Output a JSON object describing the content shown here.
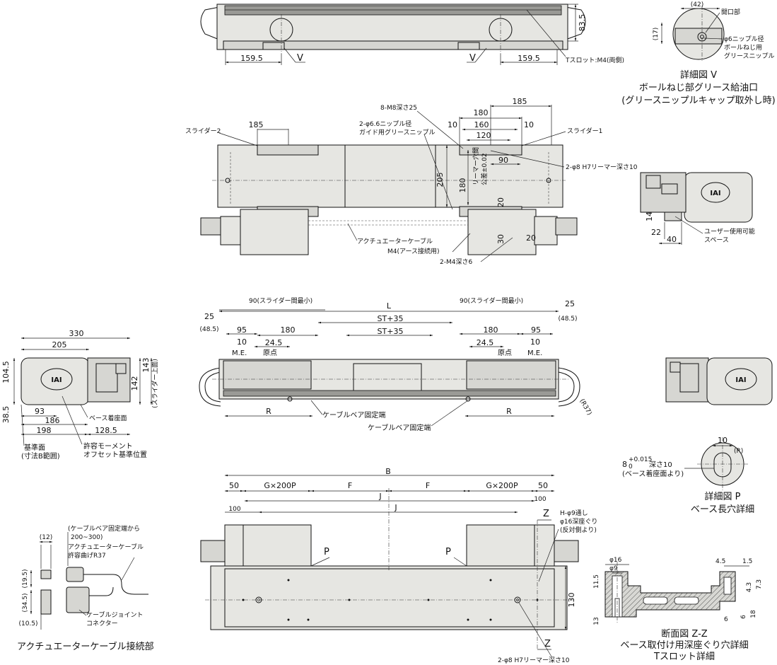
{
  "top_view": {
    "dims": [
      "83.5",
      "159.5",
      "159.5"
    ],
    "markers": [
      "V",
      "V"
    ],
    "tslot_label": "Tスロット:M4(両側)"
  },
  "detail_v": {
    "dims": [
      "(42)",
      "(17)"
    ],
    "labels": [
      "開口部",
      "φ6ニップル径",
      "ボールねじ用",
      "グリースニップル"
    ],
    "caption": [
      "詳細図 V",
      "ボールねじ部グリース給油口",
      "(グリースニップルキャップ取外し時)"
    ]
  },
  "plan_view": {
    "dims": [
      "185",
      "180",
      "10",
      "160",
      "10",
      "120",
      "185",
      "90",
      "205",
      "180",
      "20",
      "30",
      "20"
    ],
    "labels": [
      "8-M8深さ25",
      "2-φ6.6ニップル径",
      "ガイド用グリースニップル",
      "スライダー2",
      "スライダー1",
      "2-φ8 H7リーマー深さ10",
      "リーマー穴間",
      "公差±0.02",
      "アクチュエーターケーブル",
      "M4(アース接続用)",
      "2-M4深さ6"
    ]
  },
  "right_end_view": {
    "dims": [
      "14",
      "22",
      "40"
    ],
    "labels": [
      "ユーザー使用可能",
      "スペース"
    ],
    "logo": "IAI"
  },
  "front_view": {
    "dims": [
      "25",
      "(48.5)",
      "90(スライダー間最小)",
      "L",
      "90(スライダー間最小)",
      "25",
      "(48.5)",
      "95",
      "180",
      "ST+35",
      "ST+35",
      "180",
      "95",
      "10",
      "24.5",
      "24.5",
      "10",
      "R",
      "R",
      "(R37)"
    ],
    "labels": [
      "M.E.",
      "原点",
      "原点",
      "M.E.",
      "ケーブルベア固定端",
      "ケーブルベア固定端"
    ]
  },
  "left_end_view": {
    "dims": [
      "330",
      "205",
      "104.5",
      "142",
      "143",
      "(スライダー上面)",
      "38.5",
      "93",
      "186",
      "198",
      "128.5"
    ],
    "labels": [
      "ベース着座面",
      "基準面",
      "(寸法B範囲)",
      "許容モーメント",
      "オフセット基準位置"
    ],
    "logo": "IAI"
  },
  "right_small_view": {
    "logo": "IAI"
  },
  "detail_p": {
    "dims": [
      "10",
      "(R)"
    ],
    "labels": [
      "8",
      "+0.015",
      "0",
      "深さ10",
      "(ベース着座面より)"
    ],
    "caption": [
      "詳細図 P",
      "ベース長穴詳細"
    ]
  },
  "bottom_view": {
    "dims": [
      "B",
      "50",
      "G×200P",
      "F",
      "F",
      "G×200P",
      "50",
      "J",
      "J",
      "100",
      "100",
      "130"
    ],
    "markers": [
      "P",
      "P",
      "Z",
      "Z"
    ],
    "labels": [
      "H-φ9通し",
      "φ16深座ぐり",
      "(反対側より)",
      "2-φ8 H7リーマー深さ10"
    ]
  },
  "cable_detail": {
    "dims": [
      "(12)",
      "(19.5)",
      "(34.5)",
      "(10.5)"
    ],
    "labels": [
      "(ケーブルベア固定端から",
      "200~300)",
      "アクチュエーターケーブル",
      "許容曲げR37",
      "ケーブルジョイント",
      "コネクター"
    ],
    "caption": "アクチュエーターケーブル接続部"
  },
  "section_zz": {
    "dims": [
      "φ16",
      "φ9",
      "4.5",
      "1.5",
      "11.5",
      "4.3",
      "7.3",
      "13",
      "6",
      "6",
      "18"
    ],
    "caption": [
      "断面図 Z-Z",
      "ベース取付け用深座ぐり穴詳細",
      "Tスロット詳細"
    ]
  }
}
